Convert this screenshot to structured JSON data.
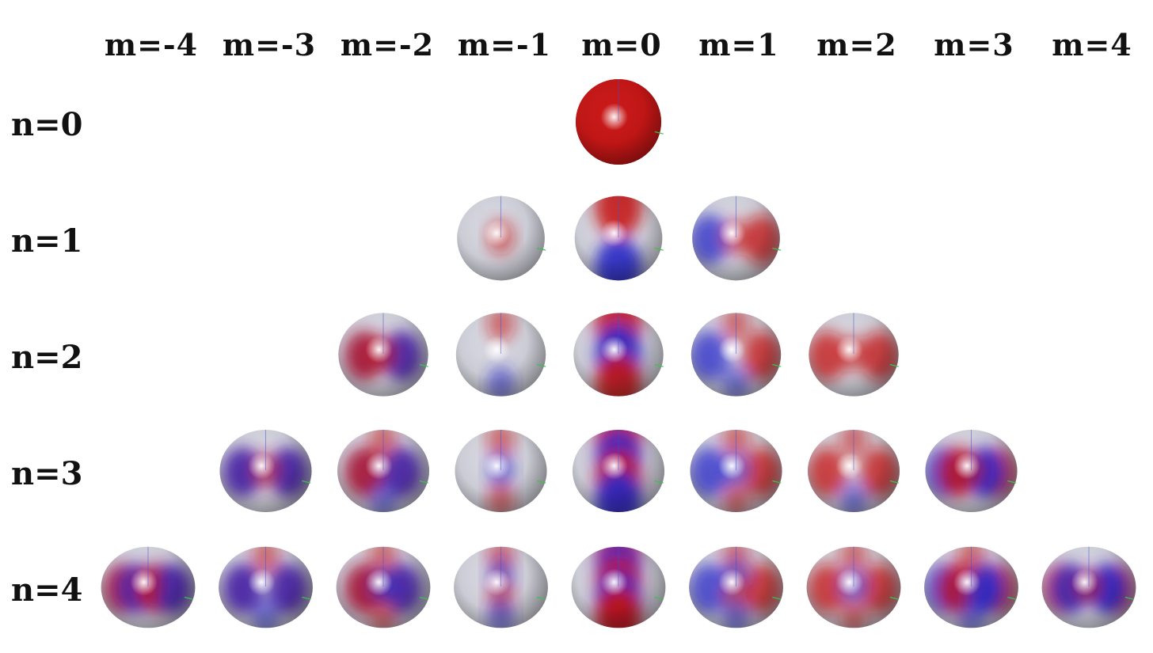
{
  "column_labels": [
    "m=-4",
    "m=-3",
    "m=-2",
    "m=-1",
    "m=0",
    "m=1",
    "m=2",
    "m=3",
    "m=4"
  ],
  "row_labels": [
    "n=0",
    "n=1",
    "n=2",
    "n=3",
    "n=4"
  ],
  "colors": {
    "positive": "#c81414",
    "negative": "#2a2acc",
    "neutral": "#d6d6e0",
    "background": "#ffffff"
  },
  "harmonics": [
    {
      "n": 0,
      "m": 0
    },
    {
      "n": 1,
      "m": -1
    },
    {
      "n": 1,
      "m": 0
    },
    {
      "n": 1,
      "m": 1
    },
    {
      "n": 2,
      "m": -2
    },
    {
      "n": 2,
      "m": -1
    },
    {
      "n": 2,
      "m": 0
    },
    {
      "n": 2,
      "m": 1
    },
    {
      "n": 2,
      "m": 2
    },
    {
      "n": 3,
      "m": -3
    },
    {
      "n": 3,
      "m": -2
    },
    {
      "n": 3,
      "m": -1
    },
    {
      "n": 3,
      "m": 0
    },
    {
      "n": 3,
      "m": 1
    },
    {
      "n": 3,
      "m": 2
    },
    {
      "n": 3,
      "m": 3
    },
    {
      "n": 4,
      "m": -4
    },
    {
      "n": 4,
      "m": -3
    },
    {
      "n": 4,
      "m": -2
    },
    {
      "n": 4,
      "m": -1
    },
    {
      "n": 4,
      "m": 0
    },
    {
      "n": 4,
      "m": 1
    },
    {
      "n": 4,
      "m": 2
    },
    {
      "n": 4,
      "m": 3
    },
    {
      "n": 4,
      "m": 4
    }
  ]
}
